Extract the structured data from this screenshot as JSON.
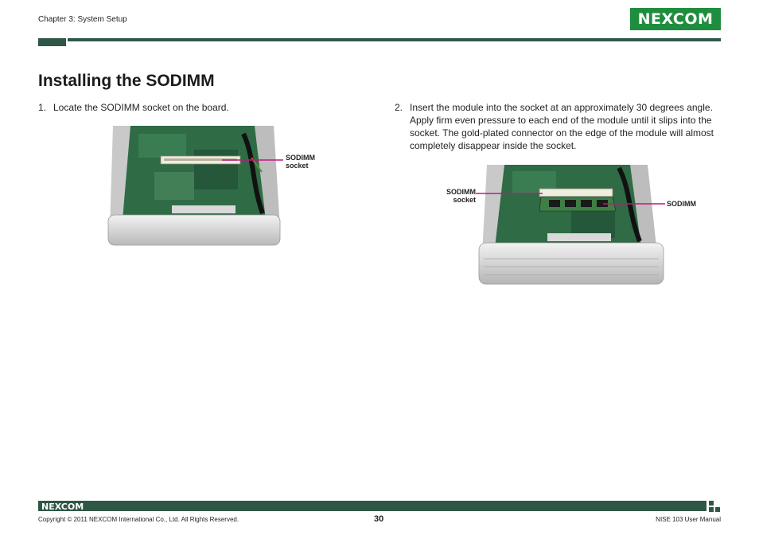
{
  "header": {
    "chapter": "Chapter 3: System Setup",
    "logo_text": "NEXCOM",
    "brand_color": "#1e8e3e",
    "bar_color": "#2f5746"
  },
  "title": "Installing the SODIMM",
  "steps": [
    {
      "num": "1.",
      "text": "Locate the SODIMM socket on the board."
    },
    {
      "num": "2.",
      "text": "Insert the module into the socket at an approximately 30 degrees angle. Apply firm even pressure to each end of the module until it slips into the socket. The gold-plated connector on the edge of the module will almost completely disappear inside the socket."
    }
  ],
  "figures": {
    "fig1_callout_line1": "SODIMM",
    "fig1_callout_line2": "socket",
    "fig2_left_callout_line1": "SODIMM",
    "fig2_left_callout_line2": "socket",
    "fig2_right_callout": "SODIMM",
    "callout_color": "#c2187d"
  },
  "footer": {
    "logo_text": "NEXCOM",
    "copyright": "Copyright © 2011 NEXCOM International Co., Ltd. All Rights Reserved.",
    "page_number": "30",
    "manual_name": "NISE 103 User Manual"
  }
}
